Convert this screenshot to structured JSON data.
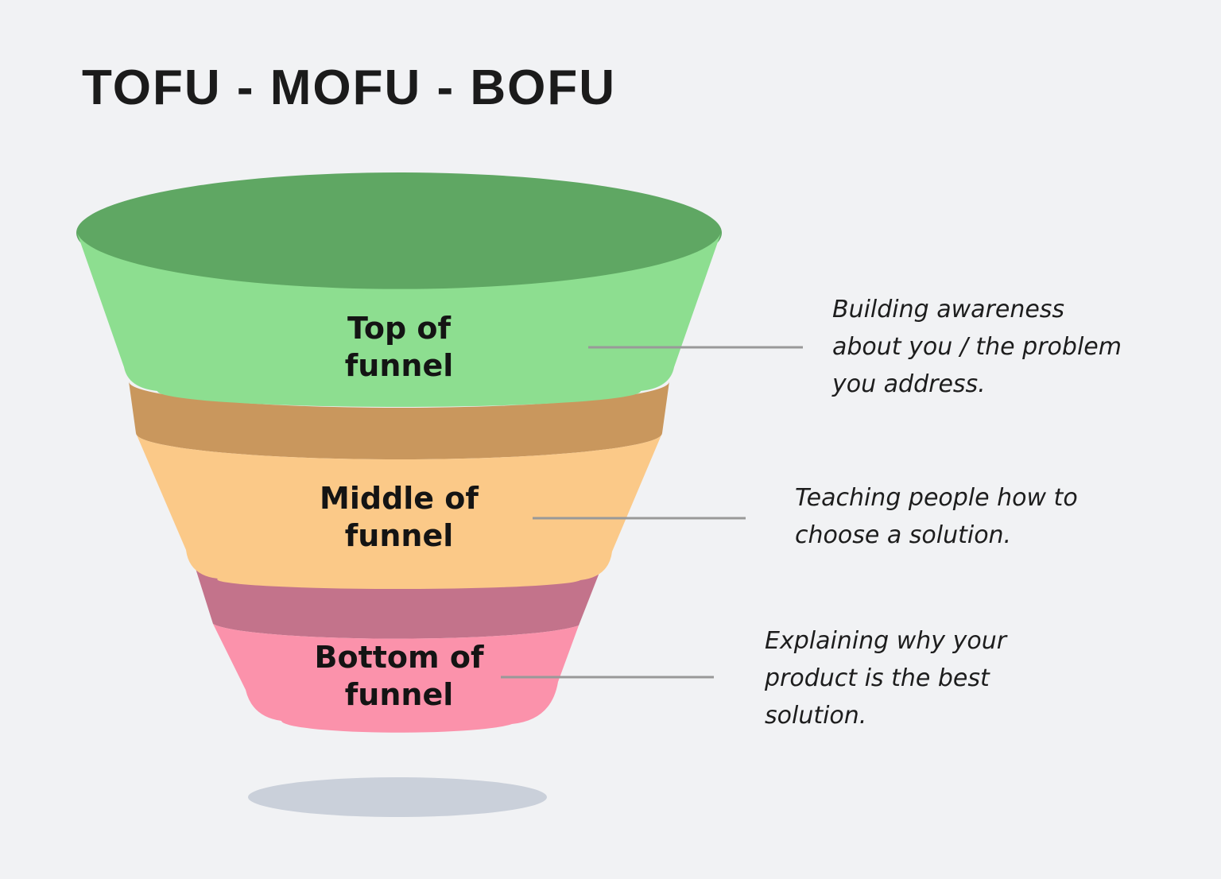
{
  "title": "TOFU - MOFU - BOFU",
  "colors": {
    "background": "#f1f2f4",
    "green_top": "#5fa763",
    "green_body": "#8dde90",
    "orange_top": "#c9975d",
    "orange_body": "#fbc988",
    "pink_top": "#c3738b",
    "pink_body": "#fb92ab",
    "shadow": "#cad0da",
    "connector": "#999999",
    "text": "#1b1b1b"
  },
  "funnel": {
    "stages": [
      {
        "id": "tofu",
        "label": "Top of\nfunnel",
        "description": "Building awareness\nabout you / the problem\nyou address."
      },
      {
        "id": "mofu",
        "label": "Middle of\nfunnel",
        "description": "Teaching people how to\nchoose a solution."
      },
      {
        "id": "bofu",
        "label": "Bottom of\nfunnel",
        "description": "Explaining why your\nproduct is the best\nsolution."
      }
    ]
  }
}
